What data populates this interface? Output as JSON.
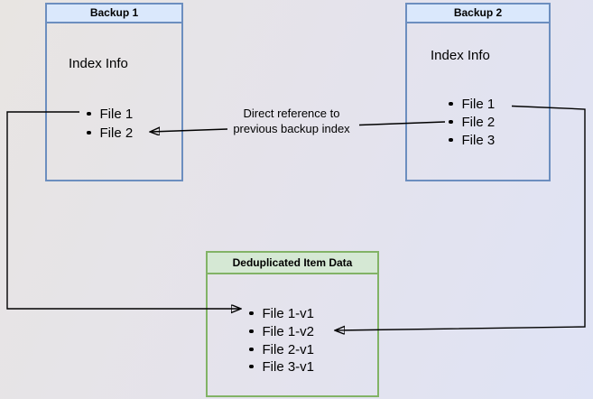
{
  "diagram": {
    "nodes": {
      "backup1": {
        "title": "Backup 1",
        "label": "Index Info",
        "items": [
          "File 1",
          "File 2"
        ]
      },
      "backup2": {
        "title": "Backup 2",
        "label": "Index Info",
        "items": [
          "File 1",
          "File 2",
          "File 3"
        ]
      },
      "dedup": {
        "title": "Deduplicated Item Data",
        "items": [
          "File 1-v1",
          "File 1-v2",
          "File 2-v1",
          "File 3-v1"
        ]
      }
    },
    "edge_label_line1": "Direct reference to",
    "edge_label_line2": "previous backup index",
    "colors": {
      "blue_fill": "#dae8fc",
      "blue_stroke": "#6c8ebf",
      "green_fill": "#d5e8d4",
      "green_stroke": "#82b366",
      "edge_stroke": "#000000",
      "bg_from": "#e8e5e2",
      "bg_mid": "#e5e3eb",
      "bg_to": "#dfe3f5"
    }
  }
}
